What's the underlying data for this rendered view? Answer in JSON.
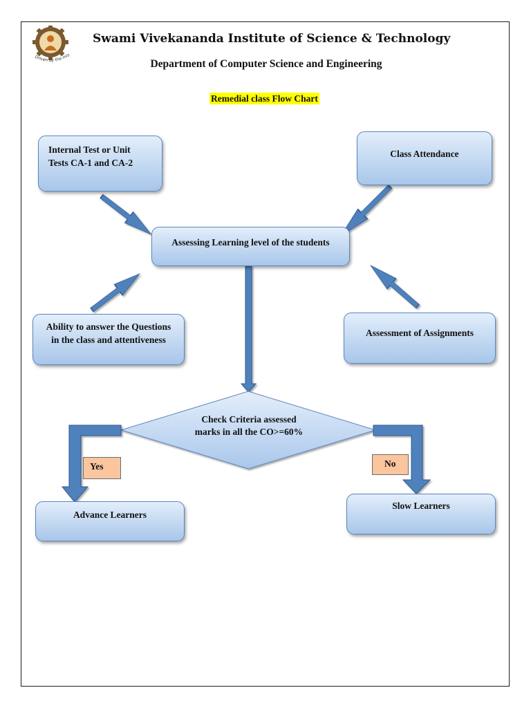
{
  "header": {
    "institution": "Swami Vivekananda Institute of Science & Technology",
    "department": "Department of Computer Science and Engineering",
    "logo_motto": "Driven by the mission"
  },
  "chart": {
    "title": "Remedial class Flow Chart"
  },
  "nodes": {
    "internal_test": [
      "Internal Test or Unit",
      "Tests CA-1 and CA-2"
    ],
    "class_attendance": "Class Attendance",
    "assessing": "Assessing Learning level of the students",
    "ability": [
      "Ability to answer the Questions",
      "in the class and attentiveness"
    ],
    "assignments": "Assessment of Assignments",
    "decision": [
      "Check Criteria assessed",
      "marks in all the CO>=60%"
    ],
    "advance": "Advance Learners",
    "slow": "Slow Learners"
  },
  "branches": {
    "yes": "Yes",
    "no": "No"
  },
  "colors": {
    "node_fill": "#c2d8f1",
    "arrow_fill": "#4f81bd",
    "badge_fill": "#fbc59e",
    "title_highlight": "#ffff00"
  }
}
